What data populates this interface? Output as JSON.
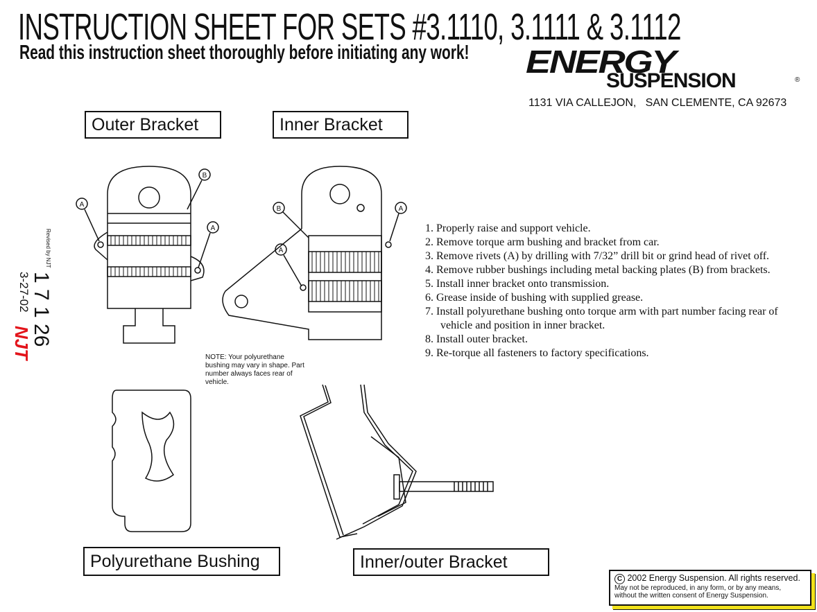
{
  "header": {
    "title": "INSTRUCTION SHEET FOR SETS #3.1110, 3.1111 & 3.1112",
    "subtitle": "Read this instruction sheet thoroughly before initiating any work!"
  },
  "logo": {
    "line1": "ENERGY",
    "line2": "SUSPENSION",
    "registered": "®",
    "address": "1131 VIA CALLEJON,   SAN CLEMENTE, CA 92673"
  },
  "side": {
    "revised": "Revised by NJT",
    "number": "1 7 1 26",
    "date": "3-27-02",
    "initials": "NJT"
  },
  "labels": {
    "outer": "Outer Bracket",
    "inner": "Inner Bracket",
    "bushing": "Polyurethane Bushing",
    "inner_outer": "Inner/outer Bracket"
  },
  "callouts": {
    "a": "A",
    "b": "B"
  },
  "note": "NOTE: Your polyurethane bushing may vary in shape. Part number always faces rear of vehicle.",
  "steps": [
    "1.  Properly raise and support vehicle.",
    "2.  Remove torque arm bushing and bracket from car.",
    "3.  Remove rivets (A) by drilling with 7/32” drill bit or grind head of rivet off.",
    "4.  Remove rubber bushings including metal backing plates (B) from brackets.",
    "5.  Install inner bracket onto transmission.",
    "6.  Grease inside of bushing with supplied grease.",
    "7.  Install polyurethane bushing onto torque arm with part number facing rear of vehicle and position in inner bracket.",
    "8.  Install outer bracket.",
    "9.  Re-torque all fasteners to factory specifications."
  ],
  "copyright": {
    "symbol": "C",
    "line1": "2002 Energy Suspension. All rights reserved.",
    "line2": "May not be reproduced, in any form, or by any means,",
    "line3": "without the written consent of Energy Suspension."
  },
  "colors": {
    "accent_red": "#e3141b",
    "shadow_yellow": "#f1e21b"
  }
}
